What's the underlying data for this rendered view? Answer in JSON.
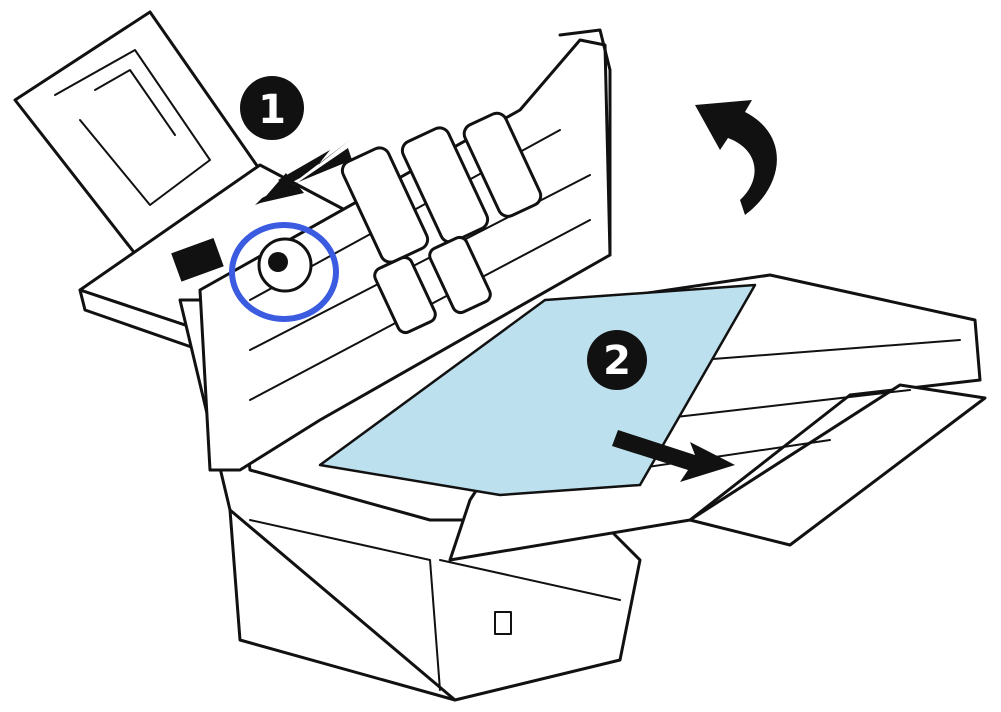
{
  "steps": [
    {
      "number": "1",
      "symbol": "❶"
    },
    {
      "number": "2",
      "symbol": "❷"
    }
  ],
  "colors": {
    "outline": "#111111",
    "paper": "#BDE0EE",
    "highlight_ring": "#3B5BE0",
    "background": "#FFFFFF"
  },
  "icons": [
    "push-arrow-icon",
    "pull-out-arrow-icon",
    "lift-up-curved-arrow-icon",
    "highlight-circle-icon"
  ]
}
